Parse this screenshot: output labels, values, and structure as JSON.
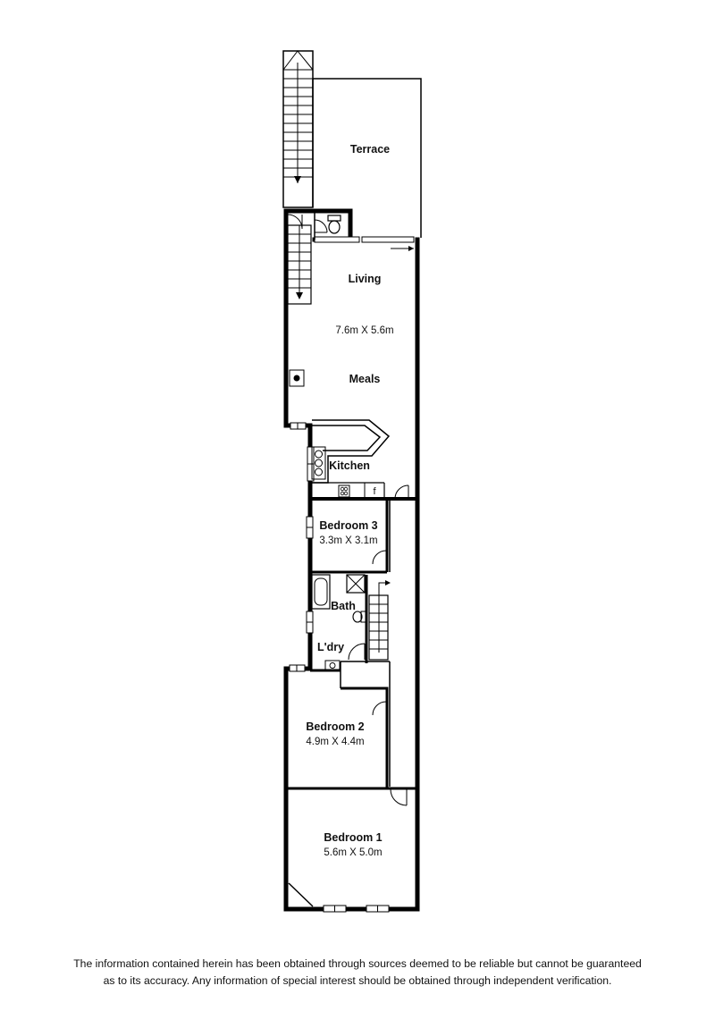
{
  "rooms": {
    "terrace": {
      "label": "Terrace"
    },
    "living": {
      "label": "Living",
      "dimensions": "7.6m X 5.6m"
    },
    "meals": {
      "label": "Meals"
    },
    "kitchen": {
      "label": "Kitchen"
    },
    "bedroom3": {
      "label": "Bedroom 3",
      "dimensions": "3.3m X 3.1m"
    },
    "bath": {
      "label": "Bath"
    },
    "laundry": {
      "label": "L'dry"
    },
    "bedroom2": {
      "label": "Bedroom 2",
      "dimensions": "4.9m X 4.4m"
    },
    "bedroom1": {
      "label": "Bedroom 1",
      "dimensions": "5.6m X 5.0m"
    }
  },
  "fixtures": {
    "fridge_symbol": "f"
  },
  "disclaimer": {
    "line1": "The information contained herein has been obtained through sources deemed to be reliable but cannot be guaranteed",
    "line2": "as to its accuracy.  Any information of special interest should be obtained through independent verification."
  }
}
